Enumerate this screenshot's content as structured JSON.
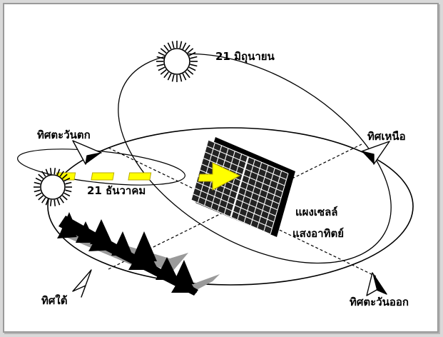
{
  "labels": {
    "summer_solstice": "21 มิถุนายน",
    "winter_solstice": "21 ธันวาคม",
    "west": "ทิศตะวันตก",
    "north": "ทิศเหนือ",
    "south": "ทิศใต้",
    "east": "ทิศตะวันออก",
    "solar_panel_line1": "แผงเซลล์",
    "solar_panel_line2": "แสงอาทิตย์"
  },
  "icons": {
    "sun": "sun-icon",
    "direction": "compass-arrow-icon",
    "trees": "pine-tree-icon",
    "panel": "solar-panel-icon",
    "arrow": "dashed-arrow-icon"
  },
  "colors": {
    "arrow": "#ffff00",
    "arrow_outline": "#b8a800",
    "tree": "#000000",
    "tree_shadow": "#9a9a9a",
    "panel_grid": "#ffffff",
    "panel_fill": "#000000"
  }
}
